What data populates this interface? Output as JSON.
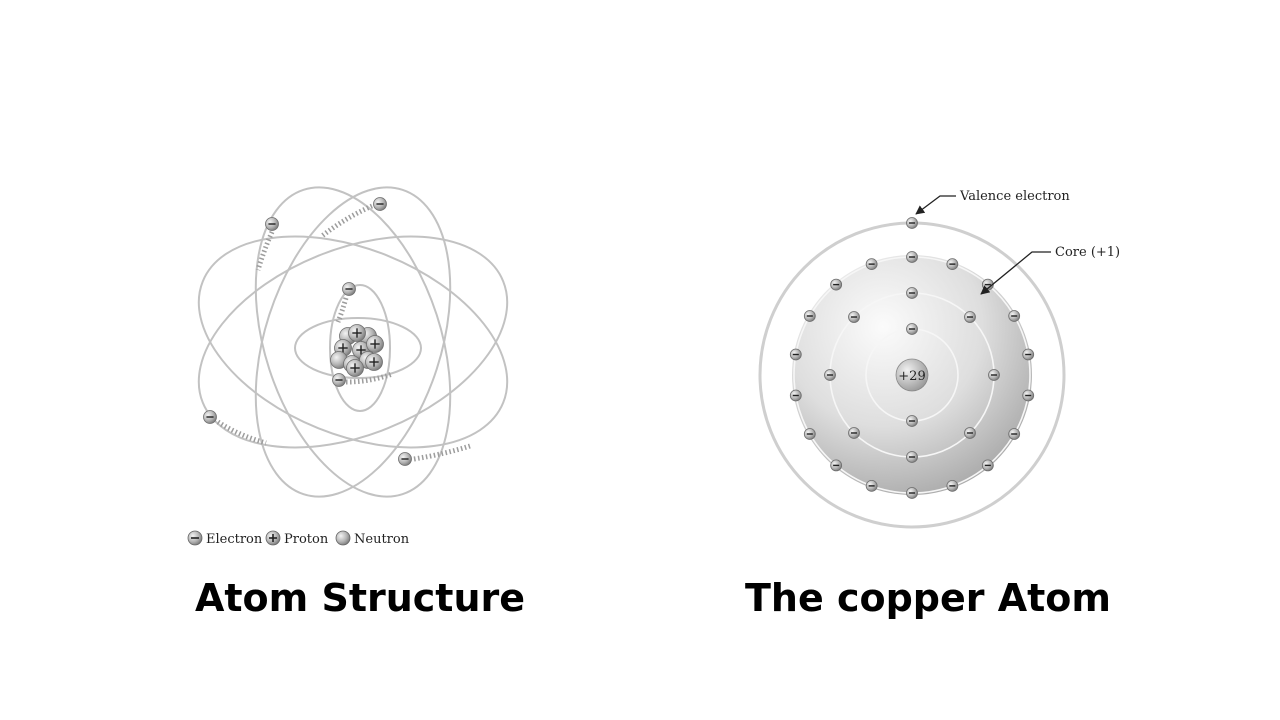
{
  "atom_structure": {
    "caption": "Atom Structure",
    "legend": [
      {
        "label": "Electron",
        "symbol": "−"
      },
      {
        "label": "Proton",
        "symbol": "+"
      },
      {
        "label": "Neutron",
        "symbol": ""
      }
    ]
  },
  "copper_atom": {
    "caption": "The copper Atom",
    "nucleus_label": "+29",
    "valence_label": "Valence electron",
    "core_label": "Core (+1)",
    "shell_electron_counts": [
      2,
      8,
      18,
      1
    ]
  },
  "colors": {
    "orbit": "#c2c2c2",
    "particle_light": "#ececec",
    "particle_dark": "#7d7d7d",
    "text": "#222222",
    "caption": "#000000"
  }
}
